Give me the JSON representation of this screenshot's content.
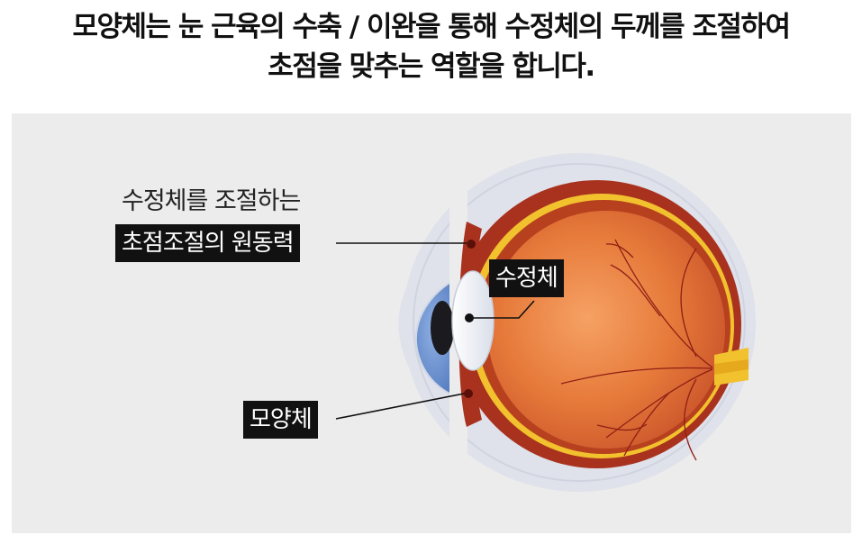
{
  "headline": {
    "line1": "모양체는 눈 근육의 수축 / 이완을 통해 수정체의 두께를 조절하여",
    "line2": "초점을 맞추는 역할을 합니다."
  },
  "labels": {
    "ciliary_caption": "수정체를 조절하는",
    "ciliary_tag": "초점조절의 원동력",
    "lens_tag": "수정체",
    "ciliary_body_tag": "모양체"
  },
  "colors": {
    "panel": "#ececec",
    "sclera_outline": "#d6dae6",
    "eye_red": "#b73a22",
    "retina_orange": "#e07a3c",
    "yellow_layer": "#f2c12e",
    "cornea_blue": "#5b86c9",
    "lens_white": "#f4f6fb",
    "tag_bg": "#111111"
  }
}
